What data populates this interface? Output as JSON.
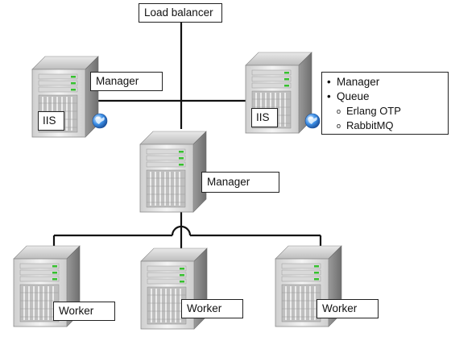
{
  "load_balancer": {
    "label": "Load balancer"
  },
  "manager_left": {
    "label": "Manager",
    "badge": "IIS"
  },
  "manager_right": {
    "badge": "IIS",
    "items": [
      {
        "level": 1,
        "text": "Manager"
      },
      {
        "level": 1,
        "text": "Queue"
      },
      {
        "level": 2,
        "text": "Erlang OTP"
      },
      {
        "level": 2,
        "text": "RabbitMQ"
      }
    ]
  },
  "manager_center": {
    "label": "Manager"
  },
  "workers": [
    {
      "label": "Worker"
    },
    {
      "label": "Worker"
    },
    {
      "label": "Worker"
    }
  ],
  "colors": {
    "connector": "#111111",
    "server_body": "#c8c8c8",
    "server_front": "#e6e6e6",
    "led": "#36c12e",
    "globe": "#2f7fd8"
  },
  "icons": [
    "server-icon",
    "globe-icon"
  ]
}
